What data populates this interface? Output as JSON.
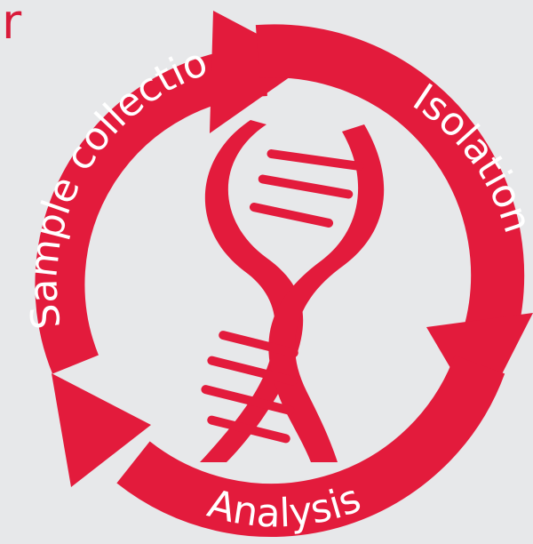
{
  "corner_text": "r",
  "cycle": {
    "steps": [
      {
        "label": "Sample collection"
      },
      {
        "label": "Isolation"
      },
      {
        "label": "Analysis"
      }
    ]
  },
  "colors": {
    "background": "#e7e8ea",
    "accent": "#e31b3c",
    "label_text": "#ffffff"
  },
  "icons": [
    "dna-helix-icon",
    "cycle-arrow-icon"
  ]
}
